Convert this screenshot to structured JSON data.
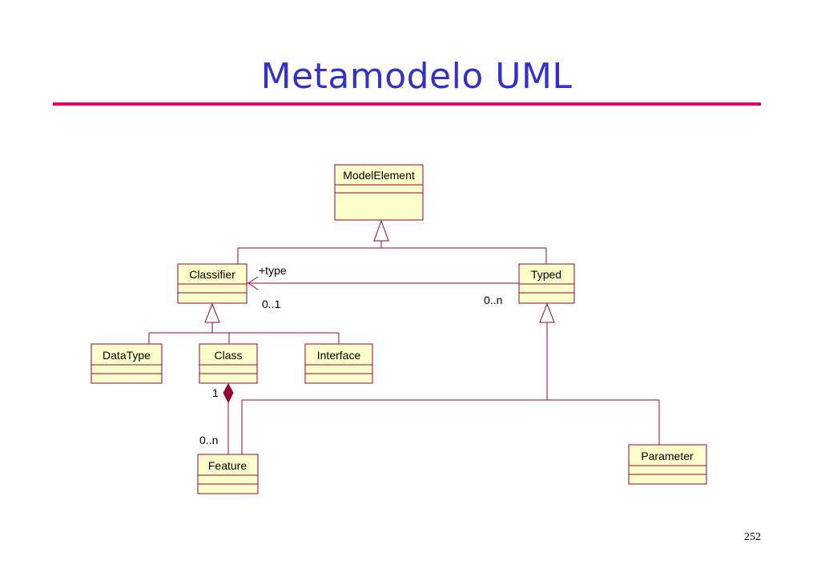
{
  "slide": {
    "title": "Metamodelo UML",
    "page_number": "252"
  },
  "colors": {
    "title": "#3232c8",
    "title_rule": "#e0006b",
    "class_fill": "#ffffcc",
    "class_border": "#990033",
    "connector": "#990033"
  },
  "classes": {
    "model_element": "ModelElement",
    "classifier": "Classifier",
    "typed": "Typed",
    "data_type": "DataType",
    "class": "Class",
    "interface": "Interface",
    "feature": "Feature",
    "parameter": "Parameter"
  },
  "labels": {
    "type_role": "+type",
    "classifier_multiplicity": "0..1",
    "typed_multiplicity": "0..n",
    "class_multiplicity": "1",
    "feature_multiplicity": "0..n"
  }
}
